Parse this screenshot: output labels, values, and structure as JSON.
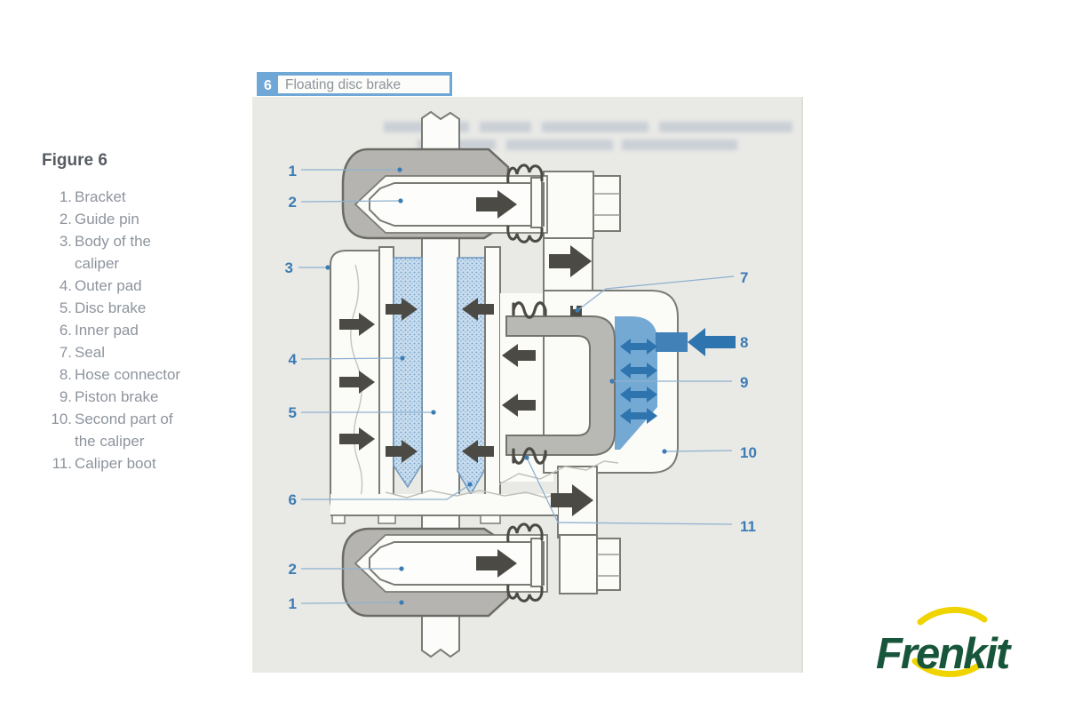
{
  "figure_panel": {
    "title": "Figure 6",
    "items": [
      {
        "number": "1.",
        "label": "Bracket"
      },
      {
        "number": "2.",
        "label": "Guide pin"
      },
      {
        "number": "3.",
        "label": "Body of the caliper"
      },
      {
        "number": "4.",
        "label": "Outer pad"
      },
      {
        "number": "5.",
        "label": "Disc brake"
      },
      {
        "number": "6.",
        "label": "Inner pad"
      },
      {
        "number": "7.",
        "label": "Seal"
      },
      {
        "number": "8.",
        "label": "Hose connector"
      },
      {
        "number": "9.",
        "label": "Piston brake"
      },
      {
        "number": "10.",
        "label": "Second part of the caliper"
      },
      {
        "number": "11.",
        "label": "Caliper boot"
      }
    ]
  },
  "diagram": {
    "header": {
      "number": "6",
      "title": "Floating disc brake"
    },
    "callouts": [
      {
        "number": "1",
        "part": "bracket top"
      },
      {
        "number": "2",
        "part": "guide pin top"
      },
      {
        "number": "3",
        "part": "body of the caliper"
      },
      {
        "number": "4",
        "part": "outer pad"
      },
      {
        "number": "5",
        "part": "disc brake"
      },
      {
        "number": "6",
        "part": "inner pad"
      },
      {
        "number": "2",
        "part": "guide pin bottom"
      },
      {
        "number": "1",
        "part": "bracket bottom"
      },
      {
        "number": "7",
        "part": "seal"
      },
      {
        "number": "8",
        "part": "hose connector"
      },
      {
        "number": "9",
        "part": "piston brake"
      },
      {
        "number": "10",
        "part": "second part of the caliper"
      },
      {
        "number": "11",
        "part": "caliper boot"
      }
    ],
    "colors": {
      "header_bar": "#6fa7d6",
      "callout_blue": "#3c7cb4",
      "fluid_blue": "#74a9d4",
      "channel_blue": "#4181b8",
      "pressure_arrow_blue": "#2e74ae",
      "force_arrow_dark": "#4b4a44",
      "metal_gray": "#b5b4b0",
      "pad_blue": "#c9ddee",
      "scan_background": "#e9e9e6"
    }
  },
  "logo": {
    "text": "Frenkit",
    "green": "#17563a",
    "yellow": "#f0d400"
  }
}
